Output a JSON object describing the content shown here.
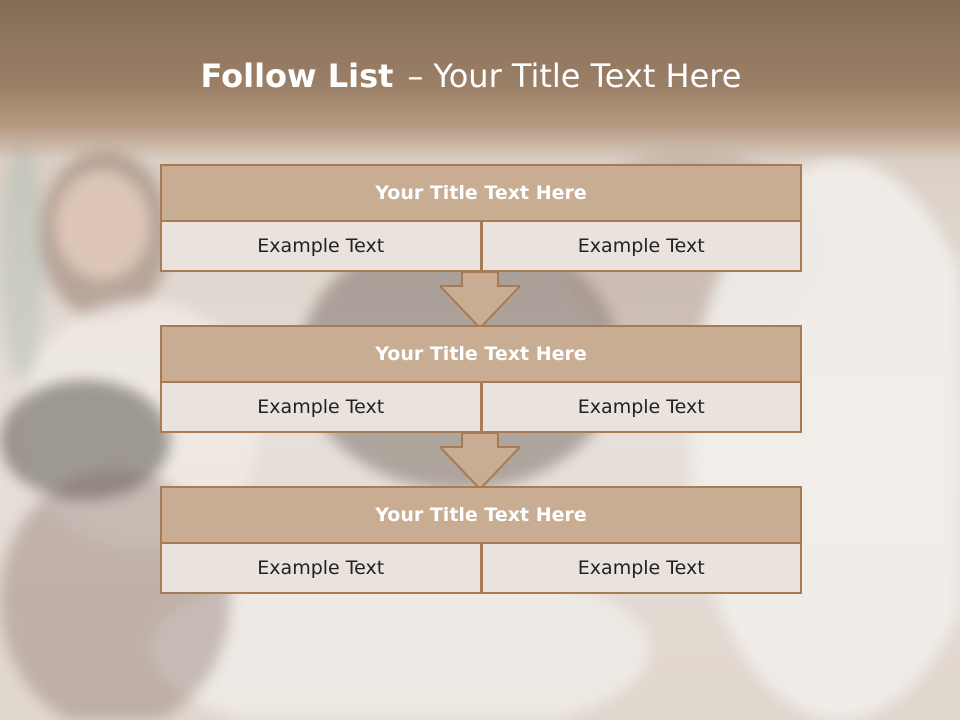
{
  "title": {
    "bold": "Follow List",
    "dash": "–",
    "rest": "Your Title Text Here"
  },
  "blocks": [
    {
      "title": "Your Title Text Here",
      "left": "Example Text",
      "right": "Example Text"
    },
    {
      "title": "Your Title Text Here",
      "left": "Example Text",
      "right": "Example Text"
    },
    {
      "title": "Your Title Text Here",
      "left": "Example Text",
      "right": "Example Text"
    }
  ],
  "colors": {
    "header": "#c8ad93",
    "border": "#a77b55",
    "cell": "#eae2dc",
    "arrow": "#c8ad93"
  }
}
